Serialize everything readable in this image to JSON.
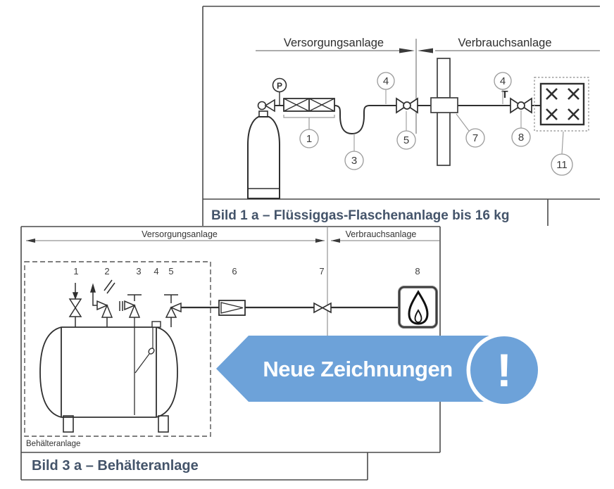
{
  "figure1": {
    "caption": "Bild 1 a – Flüssiggas-Flaschenanlage bis 16 kg",
    "zone_left": "Versorgungsanlage",
    "zone_right": "Verbrauchsanlage",
    "gauge_label": "P",
    "thermo_label": "T",
    "callouts": [
      "1",
      "3",
      "4",
      "5",
      "7",
      "4",
      "8",
      "11"
    ]
  },
  "figure2": {
    "caption": "Bild 3 a – Behälteranlage",
    "zone_left": "Versorgungsanlage",
    "zone_right": "Verbrauchsanlage",
    "enclosure_label": "Behälteranlage",
    "callouts": [
      "1",
      "2",
      "3",
      "4",
      "5",
      "6",
      "7",
      "8"
    ]
  },
  "banner": {
    "text": "Neue Zeichnungen",
    "mark": "!",
    "color": "#6da2d9"
  },
  "colors": {
    "caption_text": "#44546a",
    "diagram_line": "#3d3d3d",
    "callout_stroke": "#9a9a9a",
    "banner_blue": "#6da2d9"
  }
}
